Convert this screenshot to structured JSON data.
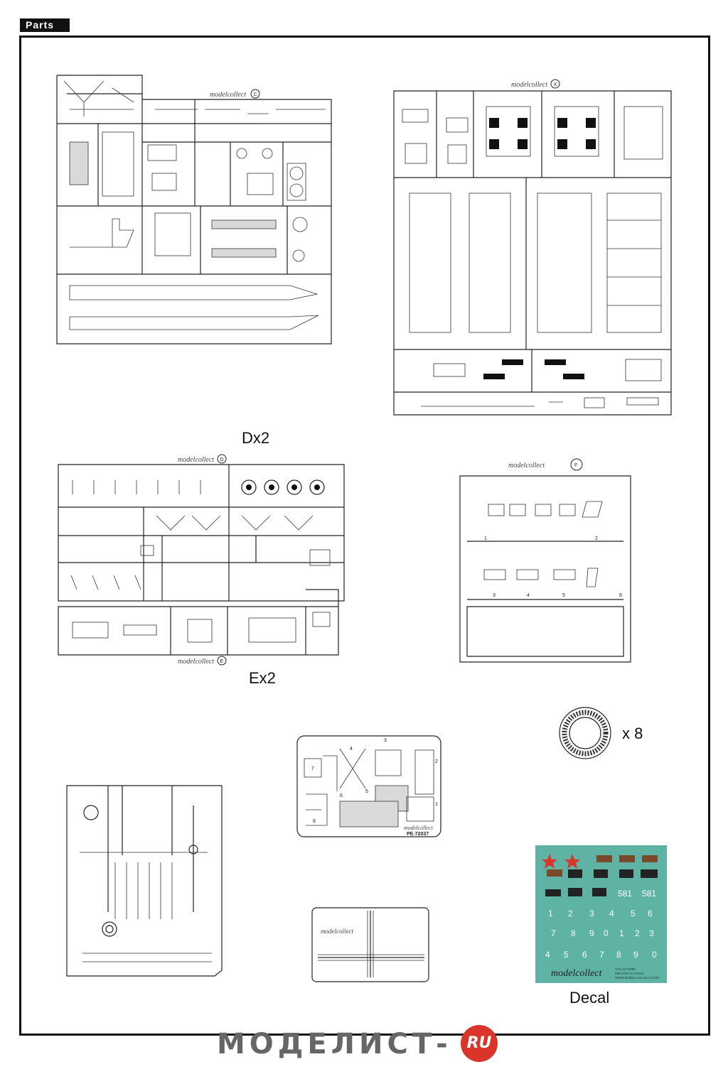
{
  "header": {
    "section_label": "Parts"
  },
  "sprues": {
    "c": {
      "brand": "modelcollect",
      "letter": "C"
    },
    "d_label": "Dx2",
    "d": {
      "brand": "modelcollect",
      "letter": "D"
    },
    "x": {
      "brand": "modelcollect",
      "letter": "X"
    },
    "f": {
      "brand": "modelcollect",
      "letter": "F",
      "numbers": [
        "1",
        "2",
        "3",
        "4",
        "5",
        "6"
      ]
    },
    "e_label": "Ex2",
    "e": {
      "brand": "modelcollect",
      "letter": "E"
    }
  },
  "wheel": {
    "quantity": "x 8"
  },
  "photo_etch": {
    "code": "PE-72037",
    "brand": "modelcollect",
    "numbers": [
      "1",
      "2",
      "3",
      "4",
      "5",
      "6",
      "7",
      "8"
    ]
  },
  "clear_sprue": {
    "brand": "modelcollect"
  },
  "decal": {
    "label": "Decal",
    "background": "#5fb3a5",
    "star_color": "#d9352b",
    "brand": "modelcollect",
    "tail_numbers": [
      "581",
      "581"
    ],
    "digit_rows": [
      [
        "1",
        "2",
        "3",
        "4",
        "5",
        "6"
      ],
      [
        "7",
        "8",
        "9",
        "0",
        "1",
        "2",
        "3"
      ],
      [
        "4",
        "5",
        "6",
        "7",
        "8",
        "9",
        "0"
      ]
    ],
    "footer_lines": [
      "1/72 UA72096",
      "PRINTED IN CHINA",
      "WWW.MODELCOLLECT.COM"
    ]
  },
  "watermark": {
    "text": "МОДЕЛИСТ-",
    "badge": "RU"
  }
}
